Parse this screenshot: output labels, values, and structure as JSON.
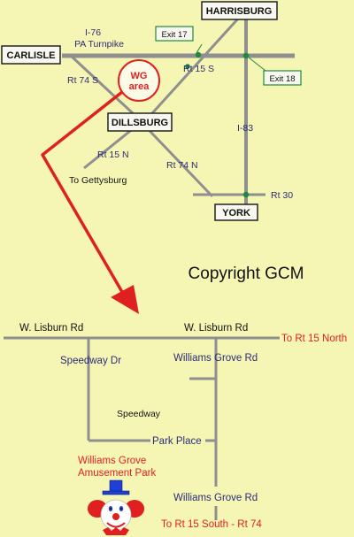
{
  "top_map": {
    "cities": {
      "carlisle": "CARLISLE",
      "harrisburg": "HARRISBURG",
      "dillsburg": "DILLSBURG",
      "york": "YORK"
    },
    "exits": {
      "exit17": "Exit 17",
      "exit18": "Exit 18"
    },
    "roads": {
      "i76": "I-76",
      "turnpike": "PA Turnpike",
      "rt15s": "Rt 15 S",
      "rt74s": "Rt 74 S",
      "i83": "I-83",
      "rt15n": "Rt 15 N",
      "rt74n": "Rt 74 N",
      "to_gettysburg": "To Gettysburg",
      "rt30": "Rt 30"
    },
    "wg_area": {
      "line1": "WG",
      "line2": "area"
    }
  },
  "copyright": "Copyright GCM",
  "detail_map": {
    "w_lisburn_left": "W. Lisburn Rd",
    "w_lisburn_right": "W. Lisburn Rd",
    "to_rt15_north": "To Rt 15 North",
    "speedway_dr": "Speedway Dr",
    "williams_grove_rd_top": "Williams Grove Rd",
    "speedway": "Speedway",
    "park_place": "Park Place",
    "amusement_line1": "Williams Grove",
    "amusement_line2": "Amusement Park",
    "williams_grove_rd_bottom": "Williams Grove Rd",
    "to_rt15_south": "To Rt 15 South - Rt 74"
  },
  "colors": {
    "background": "#f6f6b4",
    "road": "#8f8f8f",
    "label_blue": "#2b2b7a",
    "accent_red": "#e02020",
    "exit_green": "#1e8a3c"
  }
}
